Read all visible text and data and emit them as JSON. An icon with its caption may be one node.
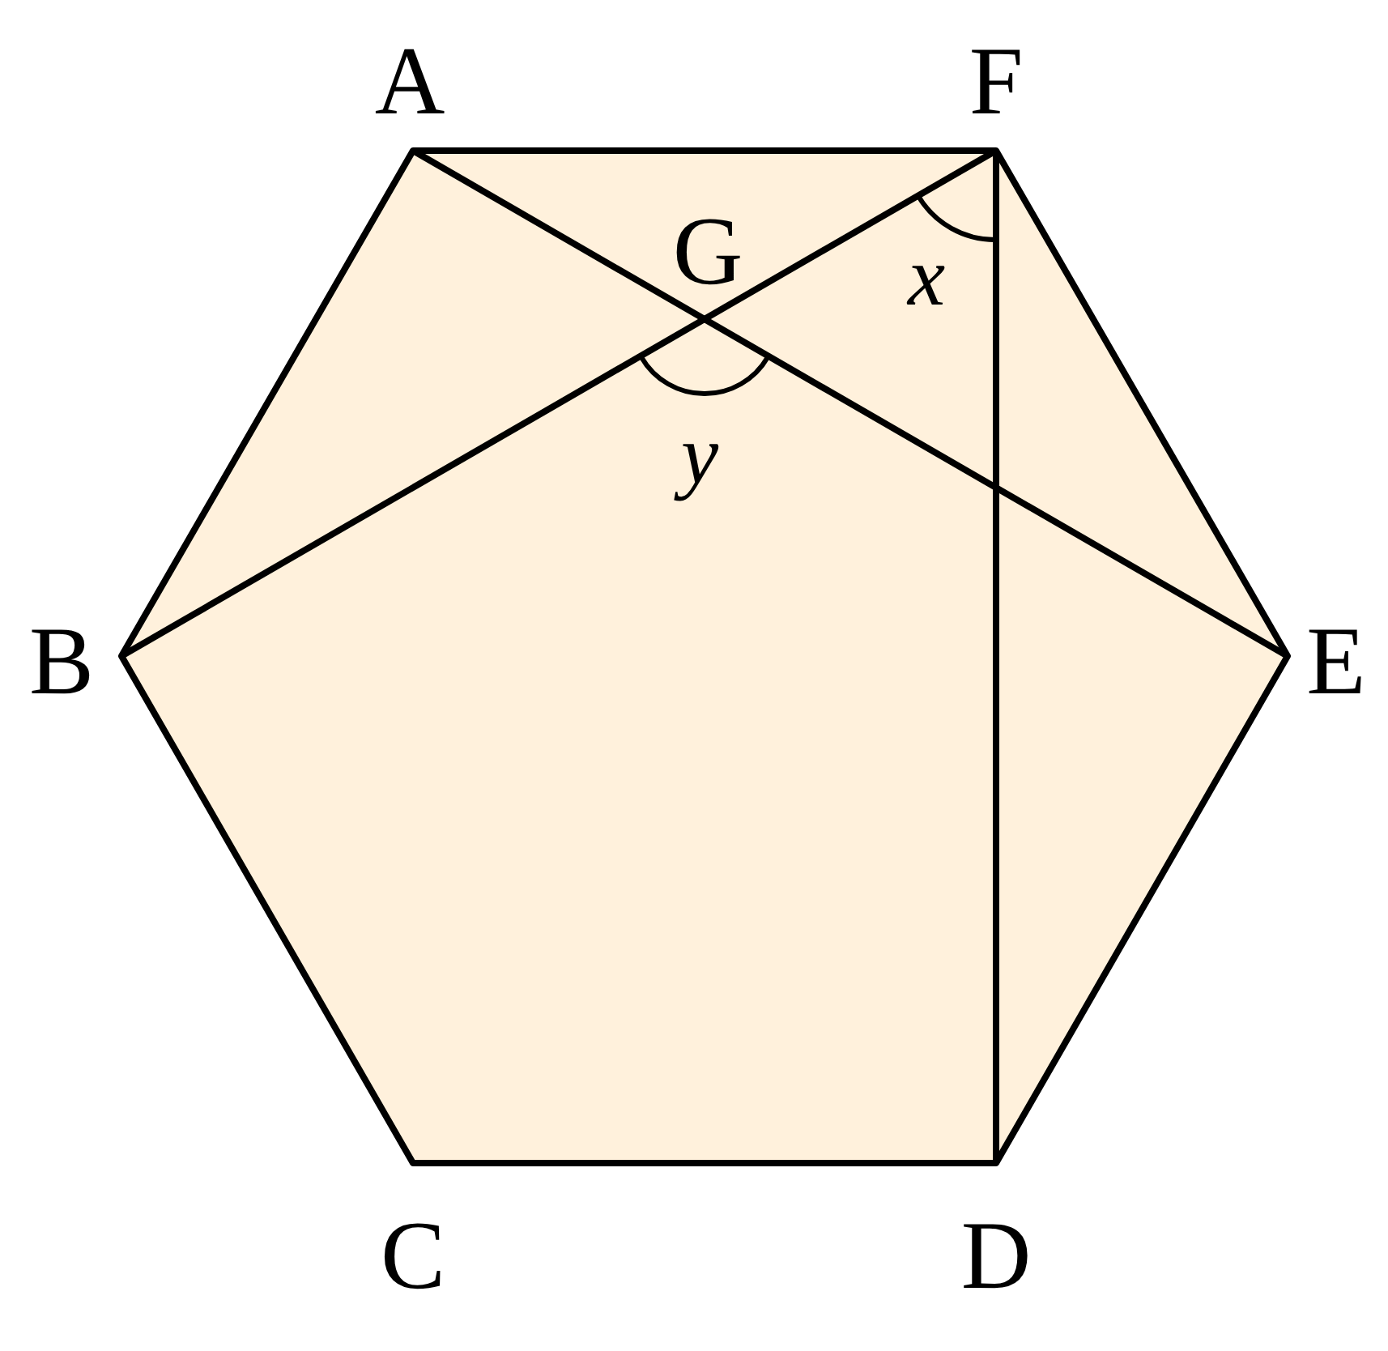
{
  "diagram": {
    "labels": [
      "A",
      "F",
      "G",
      "x",
      "y",
      "B",
      "E",
      "C",
      "D"
    ]
  }
}
